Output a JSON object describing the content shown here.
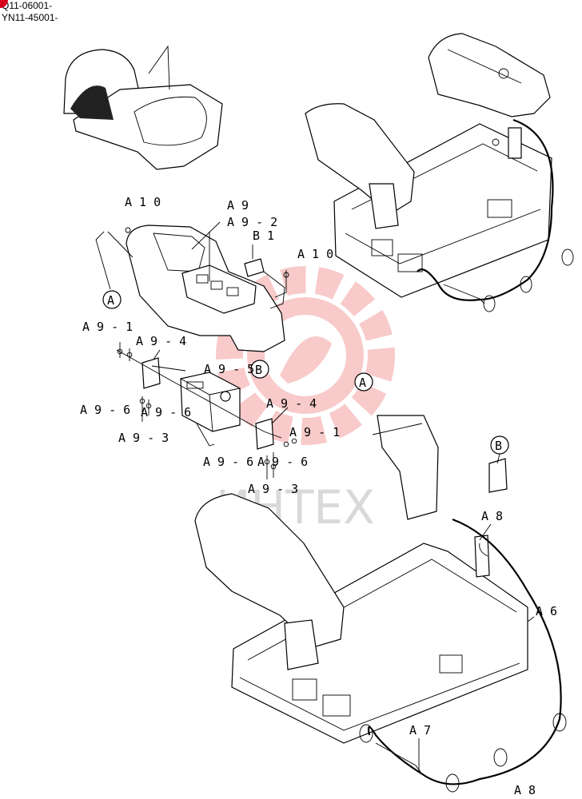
{
  "header": {
    "serial_1": "Q11-06001-",
    "serial_2": "YN11-45001-"
  },
  "watermark": {
    "text": "ИНТЕХ",
    "color": "#f4a0a0"
  },
  "accent": "#d8001a",
  "labels": {
    "a10_top": "A 1 0",
    "a9": "A 9",
    "a9_2": "A 9 - 2",
    "b1": "B 1",
    "a10_right": "A 1 0",
    "a9_1_left": "A 9 - 1",
    "a9_4_left": "A 9 - 4",
    "a9_5": "A 9 - 5",
    "a9_6_left": "A 9 - 6",
    "a9_6_mid": "A 9 - 6",
    "a9_3_left": "A 9 - 3",
    "a9_4_right": "A 9 - 4",
    "a9_1_right": "A 9 - 1",
    "a9_6_bottom_a": "A 9 - 6",
    "a9_6_bottom_b": "A 9 - 6",
    "a9_3_bottom": "A 9 - 3",
    "a8_top": "A 8",
    "a6": "A 6",
    "a7": "A 7",
    "a8_bottom": "A 8"
  },
  "callouts": {
    "a_left": "A",
    "b_left": "B",
    "a_right": "A",
    "b_right": "B"
  }
}
